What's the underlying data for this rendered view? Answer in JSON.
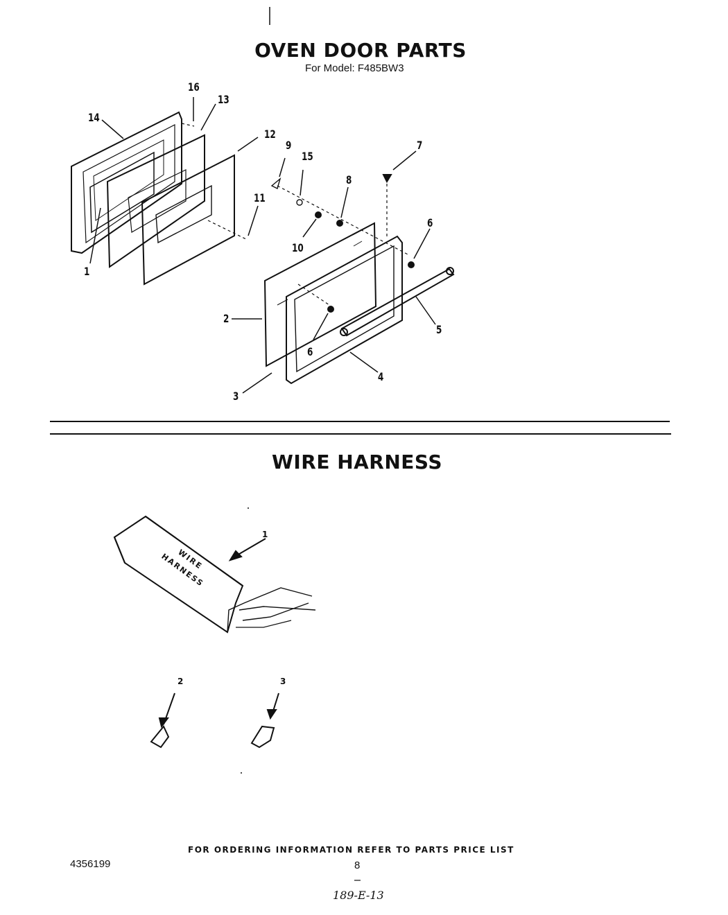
{
  "oven_door": {
    "title": "OVEN DOOR PARTS",
    "model": "For Model: F485BW3",
    "callouts": [
      "16",
      "13",
      "14",
      "12",
      "9",
      "15",
      "7",
      "8",
      "11",
      "6",
      "10",
      "1",
      "2",
      "5",
      "6",
      "4",
      "3"
    ]
  },
  "wire_harness": {
    "title": "WIRE HARNESS",
    "box_label_1": "WIRE",
    "box_label_2": "HARNESS",
    "callouts": [
      "1",
      "2",
      "3"
    ]
  },
  "footer": {
    "ordering_info": "FOR ORDERING INFORMATION REFER TO PARTS PRICE LIST",
    "part_number": "4356199",
    "page_number": "8",
    "handwritten_code": "189-E-13"
  }
}
